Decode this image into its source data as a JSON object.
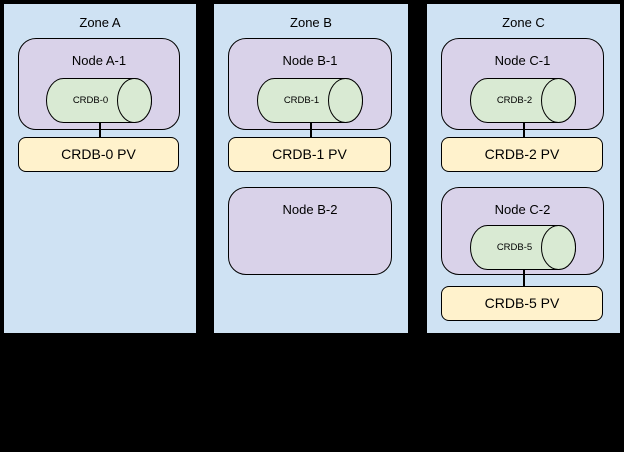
{
  "diagram": {
    "zones": [
      {
        "title": "Zone A",
        "nodes": [
          {
            "label": "Node A-1",
            "pod": "CRDB-0"
          }
        ],
        "pvs": [
          {
            "label": "CRDB-0 PV"
          }
        ]
      },
      {
        "title": "Zone B",
        "nodes": [
          {
            "label": "Node B-1",
            "pod": "CRDB-1"
          },
          {
            "label": "Node B-2"
          }
        ],
        "pvs": [
          {
            "label": "CRDB-1 PV"
          }
        ]
      },
      {
        "title": "Zone C",
        "nodes": [
          {
            "label": "Node C-1",
            "pod": "CRDB-2"
          },
          {
            "label": "Node C-2",
            "pod": "CRDB-5"
          }
        ],
        "pvs": [
          {
            "label": "CRDB-2 PV"
          },
          {
            "label": "CRDB-5 PV"
          }
        ]
      }
    ],
    "colors": {
      "zone_fill": "#cfe2f3",
      "node_fill": "#d9d2e9",
      "pod_fill": "#d9ead3",
      "pv_fill": "#fff2cc",
      "outline": "#000000",
      "background": "#000000"
    }
  }
}
